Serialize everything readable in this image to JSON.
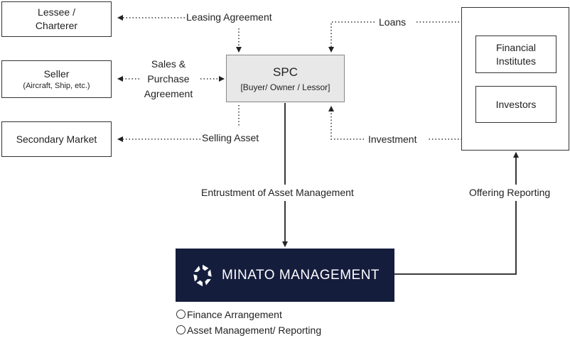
{
  "nodes": {
    "lessee": "Lessee / Charterer",
    "seller": {
      "title": "Seller",
      "sub": "(Aircraft, Ship, etc.)"
    },
    "secondary_market": "Secondary Market",
    "spc": {
      "title": "SPC",
      "sub": "[Buyer/ Owner / Lessor]"
    },
    "financial_institutes": "Financial Institutes",
    "investors": "Investors",
    "minato": "MINATO MANAGEMENT"
  },
  "edges": {
    "leasing_agreement": "Leasing Agreement",
    "loans": "Loans",
    "sales_purchase": "Sales & Purchase Agreement",
    "selling_asset": "Selling Asset",
    "investment": "Investment",
    "entrustment": "Entrustment of Asset Management",
    "offering_reporting": "Offering Reporting"
  },
  "services": [
    "Finance Arrangement",
    "Asset Management/ Reporting"
  ]
}
